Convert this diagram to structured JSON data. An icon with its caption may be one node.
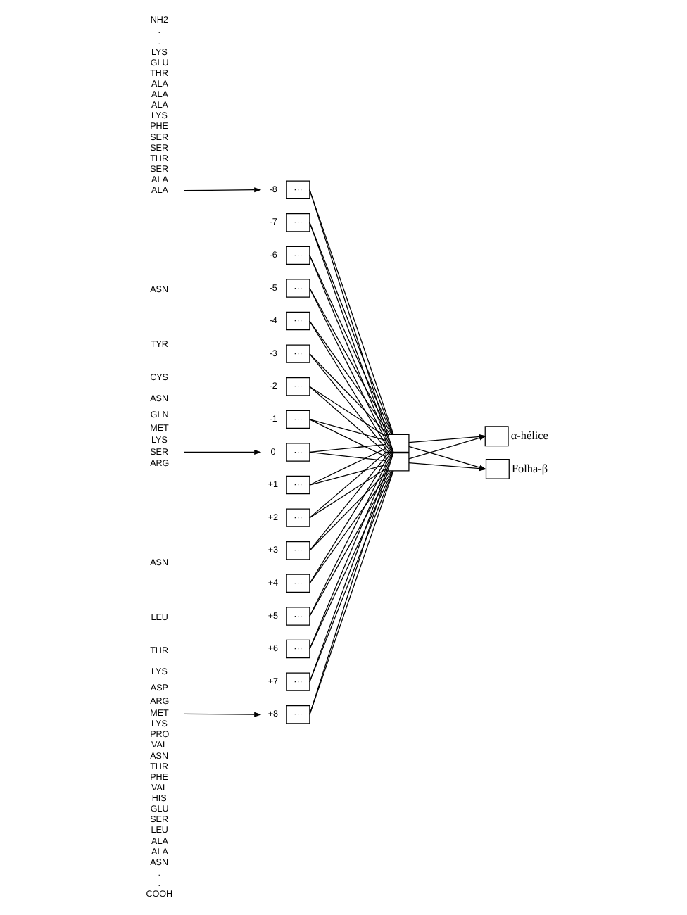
{
  "diagram": {
    "nodes": [
      {
        "text": [
          "ALA"
        ]
      },
      {
        "text": [
          "SER"
        ]
      },
      {
        "text": [
          "MET"
        ]
      },
      {
        "text": [
          "···"
        ],
        "beside": [
          "-8"
        ]
      },
      {
        "text": [
          "···"
        ],
        "beside": [
          "-7"
        ]
      },
      {
        "text": [
          "···"
        ],
        "beside": [
          "-6"
        ]
      },
      {
        "text": [
          "···"
        ],
        "beside": [
          "-5"
        ]
      },
      {
        "text": [
          "···"
        ],
        "beside": [
          "-4"
        ]
      },
      {
        "text": [
          "···"
        ],
        "beside": [
          "-3"
        ]
      },
      {
        "text": [
          "···"
        ],
        "beside": [
          "-2"
        ]
      },
      {
        "text": [
          "···"
        ],
        "beside": [
          "-1"
        ]
      },
      {
        "text": [
          "···"
        ],
        "beside": [
          "0"
        ]
      },
      {
        "text": [
          "···"
        ],
        "beside": [
          "+1"
        ]
      },
      {
        "text": [
          "···"
        ],
        "beside": [
          "+2"
        ]
      },
      {
        "text": [
          "···"
        ],
        "beside": [
          "+3"
        ]
      },
      {
        "text": [
          "···"
        ],
        "beside": [
          "+4"
        ]
      },
      {
        "text": [
          "···"
        ],
        "beside": [
          "+5"
        ]
      },
      {
        "text": [
          "···"
        ],
        "beside": [
          "+6"
        ]
      },
      {
        "text": [
          "···"
        ],
        "beside": [
          "+7"
        ]
      },
      {
        "text": [
          "···"
        ],
        "beside": [
          "+8"
        ]
      },
      {
        "text": [],
        "shape": "box"
      },
      {
        "text": [],
        "shape": "box"
      },
      {
        "text": [],
        "shape": "box",
        "beside": [
          "α-hélice"
        ]
      },
      {
        "text": [],
        "shape": "box",
        "beside": [
          "Folha-β"
        ]
      }
    ],
    "edges": [
      {
        "from": 0,
        "to": 3,
        "arrow": "to"
      },
      {
        "from": 1,
        "to": 11,
        "arrow": "to"
      },
      {
        "from": 2,
        "to": 19,
        "arrow": "to"
      },
      {
        "from": 3,
        "to": 20,
        "arrow": "none"
      },
      {
        "from": 3,
        "to": 21,
        "arrow": "none"
      },
      {
        "from": 4,
        "to": 20,
        "arrow": "none"
      },
      {
        "from": 4,
        "to": 21,
        "arrow": "none"
      },
      {
        "from": 5,
        "to": 20,
        "arrow": "none"
      },
      {
        "from": 5,
        "to": 21,
        "arrow": "none"
      },
      {
        "from": 6,
        "to": 20,
        "arrow": "none"
      },
      {
        "from": 6,
        "to": 21,
        "arrow": "none"
      },
      {
        "from": 7,
        "to": 20,
        "arrow": "none"
      },
      {
        "from": 7,
        "to": 21,
        "arrow": "none"
      },
      {
        "from": 8,
        "to": 20,
        "arrow": "none"
      },
      {
        "from": 8,
        "to": 21,
        "arrow": "none"
      },
      {
        "from": 9,
        "to": 20,
        "arrow": "none"
      },
      {
        "from": 9,
        "to": 21,
        "arrow": "none"
      },
      {
        "from": 10,
        "to": 20,
        "arrow": "none"
      },
      {
        "from": 10,
        "to": 21,
        "arrow": "none"
      },
      {
        "from": 11,
        "to": 20,
        "arrow": "none"
      },
      {
        "from": 11,
        "to": 21,
        "arrow": "none"
      },
      {
        "from": 12,
        "to": 20,
        "arrow": "none"
      },
      {
        "from": 12,
        "to": 21,
        "arrow": "none"
      },
      {
        "from": 13,
        "to": 20,
        "arrow": "none"
      },
      {
        "from": 13,
        "to": 21,
        "arrow": "none"
      },
      {
        "from": 14,
        "to": 20,
        "arrow": "none"
      },
      {
        "from": 14,
        "to": 21,
        "arrow": "none"
      },
      {
        "from": 15,
        "to": 20,
        "arrow": "none"
      },
      {
        "from": 15,
        "to": 21,
        "arrow": "none"
      },
      {
        "from": 16,
        "to": 20,
        "arrow": "none"
      },
      {
        "from": 16,
        "to": 21,
        "arrow": "none"
      },
      {
        "from": 17,
        "to": 20,
        "arrow": "none"
      },
      {
        "from": 17,
        "to": 21,
        "arrow": "none"
      },
      {
        "from": 18,
        "to": 20,
        "arrow": "none"
      },
      {
        "from": 18,
        "to": 21,
        "arrow": "none"
      },
      {
        "from": 19,
        "to": 20,
        "arrow": "none"
      },
      {
        "from": 19,
        "to": 21,
        "arrow": "none"
      },
      {
        "from": 20,
        "to": 22,
        "arrow": "to"
      },
      {
        "from": 20,
        "to": 23,
        "arrow": "to"
      },
      {
        "from": 21,
        "to": 22,
        "arrow": "to"
      },
      {
        "from": 21,
        "to": 23,
        "arrow": "to"
      }
    ],
    "labels": [
      "NH2",
      ".",
      ".",
      "LYS",
      "GLU",
      "THR",
      "ALA",
      "ALA",
      "ALA",
      "LYS",
      "PHE",
      "SER",
      "SER",
      "THR",
      "SER",
      "ALA",
      "ASN",
      "TYR",
      "CYS",
      "ASN",
      "GLN",
      "MET",
      "LYS",
      "ARG",
      "ASN",
      "LEU",
      "THR",
      "LYS",
      "ASP",
      "ARG",
      "LYS",
      "PRO",
      "VAL",
      "ASN",
      "THR",
      "PHE",
      "VAL",
      "HIS",
      "GLU",
      "SER",
      "LEU",
      "ALA",
      "ALA",
      "ASN",
      ".",
      ".",
      "COOH"
    ]
  }
}
